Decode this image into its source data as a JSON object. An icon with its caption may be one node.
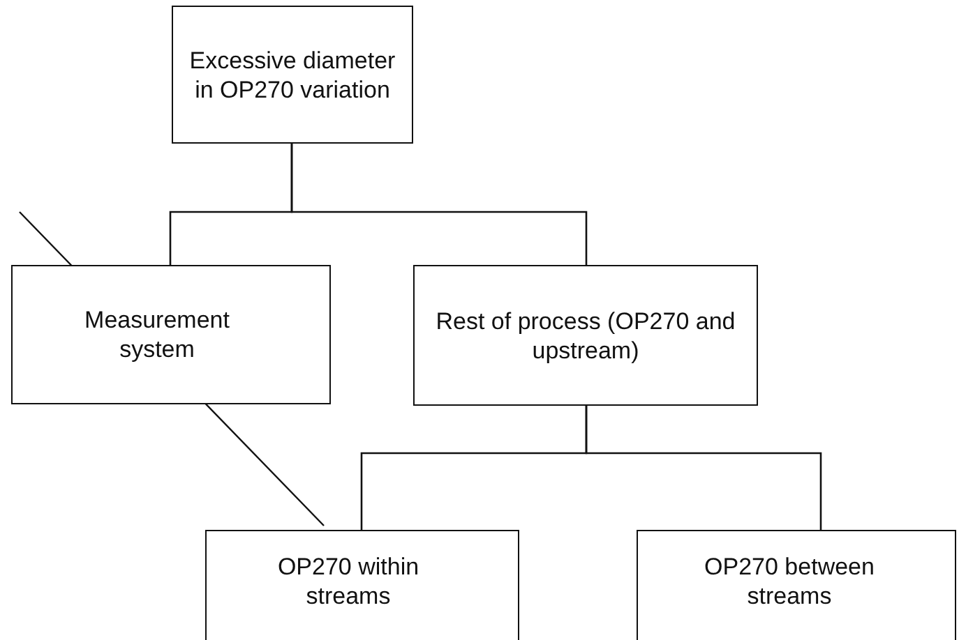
{
  "diagram": {
    "nodes": [
      {
        "text": [
          "Excessive diameter in OP270 variation"
        ]
      },
      {
        "text": [
          "Measurement system"
        ]
      },
      {
        "text": [
          "Rest of process (OP270 and upstream)"
        ]
      },
      {
        "text": [
          "OP270 within streams"
        ]
      },
      {
        "text": [
          "OP270 between streams"
        ]
      }
    ],
    "edges": [
      {
        "from": 0,
        "to": 1,
        "arrow": "none"
      },
      {
        "from": 0,
        "to": 2,
        "arrow": "none"
      },
      {
        "from": 2,
        "to": 3,
        "arrow": "none"
      },
      {
        "from": 2,
        "to": 4,
        "arrow": "none"
      }
    ]
  }
}
